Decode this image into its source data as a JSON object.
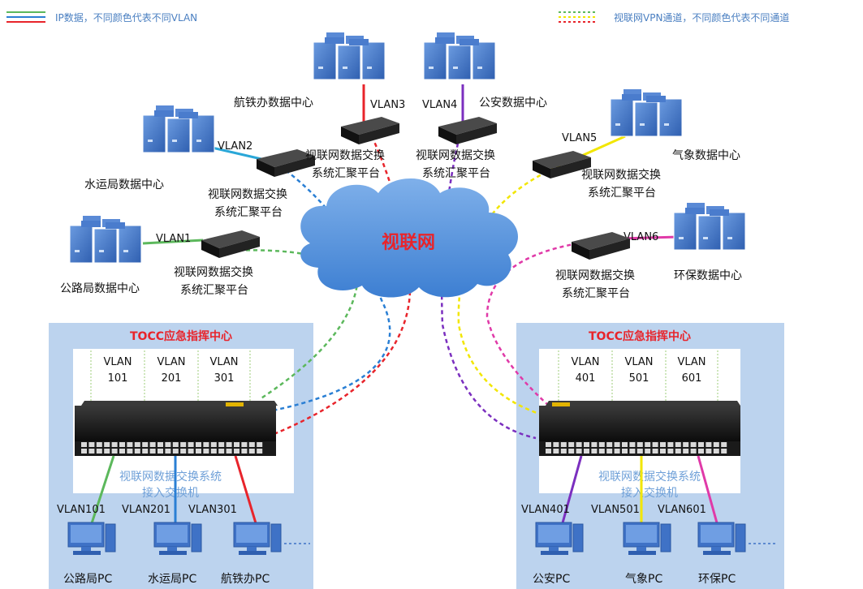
{
  "legend": {
    "ip_text": "IP数据，不同颜色代表不同VLAN",
    "vpn_text": "视联网VPN通道，不同颜色代表不同通道"
  },
  "cloud": {
    "label": "视联网"
  },
  "centers": {
    "hangtie": "航铁办数据中心",
    "gongan": "公安数据中心",
    "shuiyun": "水运局数据中心",
    "qixiang": "气象数据中心",
    "gonglu": "公路局数据中心",
    "huanbao": "环保数据中心"
  },
  "vlans": {
    "v1": "VLAN1",
    "v2": "VLAN2",
    "v3": "VLAN3",
    "v4": "VLAN4",
    "v5": "VLAN5",
    "v6": "VLAN6"
  },
  "platform": {
    "line1": "视联网数据交换",
    "line2": "系统汇聚平台"
  },
  "tocc": {
    "title": "TOCC应急指挥中心",
    "left_cols": [
      {
        "line1": "VLAN",
        "line2": "101"
      },
      {
        "line1": "VLAN",
        "line2": "201"
      },
      {
        "line1": "VLAN",
        "line2": "301"
      }
    ],
    "right_cols": [
      {
        "line1": "VLAN",
        "line2": "401"
      },
      {
        "line1": "VLAN",
        "line2": "501"
      },
      {
        "line1": "VLAN",
        "line2": "601"
      }
    ],
    "switch_line1": "视联网数据交换系统",
    "switch_line2": "接入交换机"
  },
  "pc_vlans": {
    "left": [
      "VLAN101",
      "VLAN201",
      "VLAN301"
    ],
    "right": [
      "VLAN401",
      "VLAN501",
      "VLAN601"
    ]
  },
  "pcs": {
    "left": [
      "公路局PC",
      "水运局PC",
      "航铁办PC"
    ],
    "right": [
      "公安PC",
      "气象PC",
      "环保PC"
    ]
  },
  "colors": {
    "green": "#5cb85c",
    "blue": "#2a7fd4",
    "red": "#e8242b",
    "purple": "#7b2fbf",
    "yellow": "#f2e600",
    "magenta": "#e03aa8",
    "panel": "#bcd3ee",
    "server": "#3f72c6"
  }
}
